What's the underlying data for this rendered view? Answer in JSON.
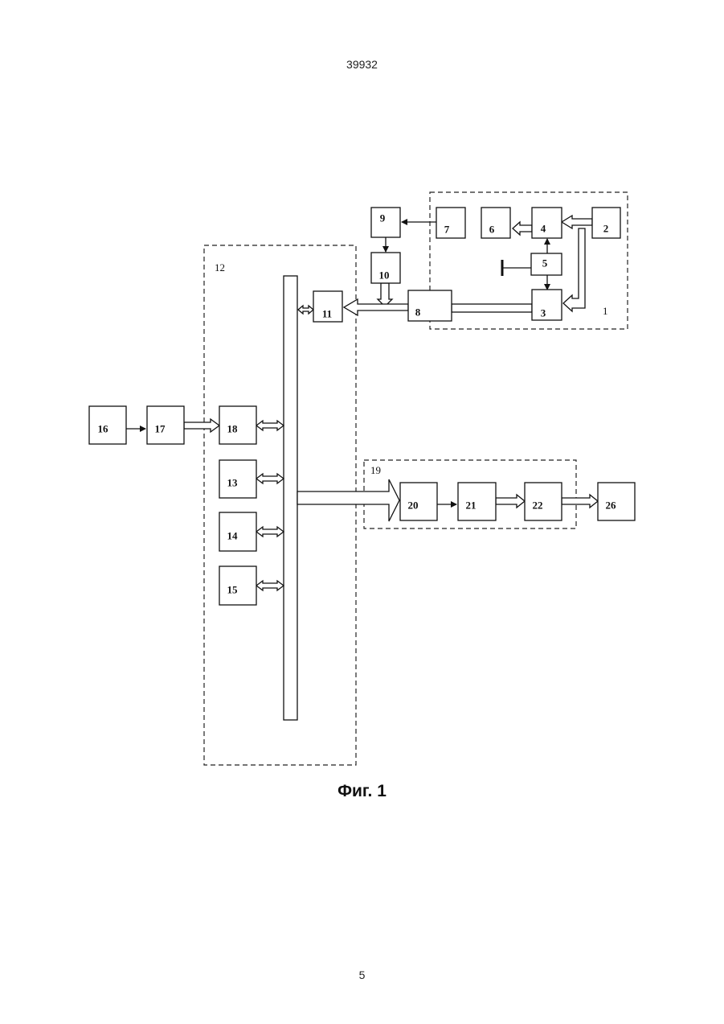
{
  "header": {
    "page_code": "39932"
  },
  "footer": {
    "page_number": "5"
  },
  "figure": {
    "caption": "Фиг. 1"
  },
  "groups": {
    "g1": "1",
    "g12": "12",
    "g19": "19"
  },
  "blocks": {
    "b2": "2",
    "b3": "3",
    "b4": "4",
    "b5": "5",
    "b6": "6",
    "b7": "7",
    "b8": "8",
    "b9": "9",
    "b10": "10",
    "b11": "11",
    "b13": "13",
    "b14": "14",
    "b15": "15",
    "b16": "16",
    "b17": "17",
    "b18": "18",
    "b20": "20",
    "b21": "21",
    "b22": "22",
    "b26": "26"
  }
}
